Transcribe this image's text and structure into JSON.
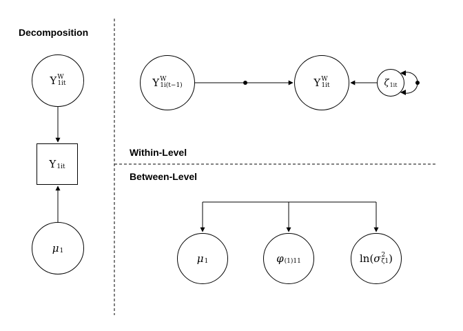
{
  "title": "Decomposition",
  "within_section_label": "Within-Level",
  "between_section_label": "Between-Level",
  "nodes": {
    "decomp_within": {
      "base": "Y",
      "sup": "W",
      "sub": "1it"
    },
    "decomp_observed": {
      "base": "Y",
      "sub": "1it"
    },
    "decomp_mean": {
      "base": "μ",
      "sub": "1"
    },
    "within_lagged": {
      "base": "Y",
      "sup": "W",
      "sub": "1i(t−1)"
    },
    "within_current": {
      "base": "Y",
      "sup": "W",
      "sub": "1it"
    },
    "within_residual": {
      "base": "ζ",
      "sub": "1it"
    },
    "between_mean": {
      "base": "μ",
      "sub": "1"
    },
    "between_autoregression": {
      "base": "φ",
      "sub": "(1)11"
    },
    "between_log_variance": {
      "prefix": "ln(",
      "base": "σ",
      "sup": "2",
      "sub": "ζ1",
      "suffix": ")"
    }
  },
  "colors": {
    "line": "#000000",
    "background": "#ffffff",
    "text": "#000000"
  }
}
